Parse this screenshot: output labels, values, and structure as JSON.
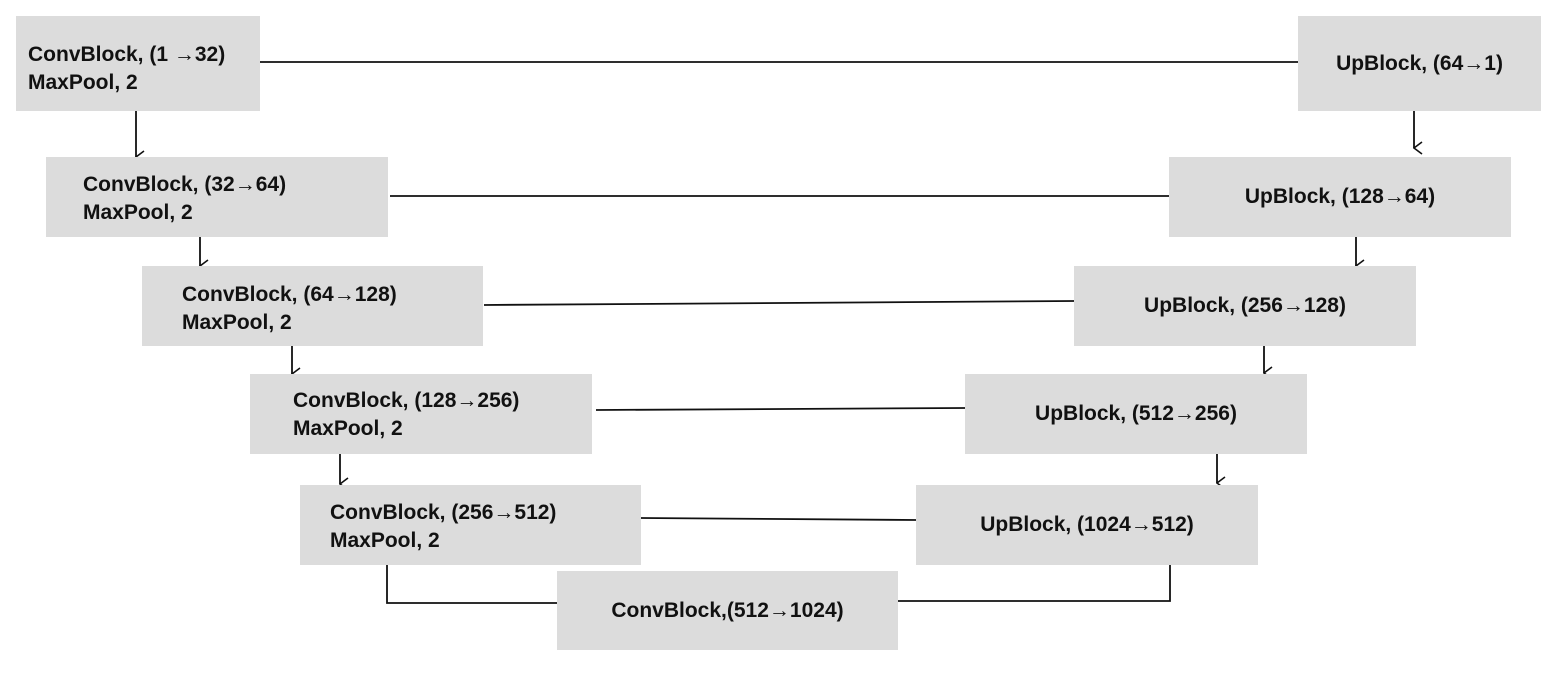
{
  "encoder": [
    {
      "block": "ConvBlock, (1 →32)",
      "pool": "MaxPool, 2"
    },
    {
      "block": "ConvBlock, (32→64)",
      "pool": "MaxPool, 2"
    },
    {
      "block": "ConvBlock, (64→128)",
      "pool": "MaxPool, 2"
    },
    {
      "block": "ConvBlock, (128→256)",
      "pool": "MaxPool, 2"
    },
    {
      "block": "ConvBlock, (256→512)",
      "pool": "MaxPool, 2"
    }
  ],
  "bottleneck": {
    "block": "ConvBlock,(512→1024)"
  },
  "decoder": [
    {
      "block": "UpBlock, (64→1)"
    },
    {
      "block": "UpBlock, (128→64)"
    },
    {
      "block": "UpBlock, (256→128)"
    },
    {
      "block": "UpBlock, (512→256)"
    },
    {
      "block": "UpBlock, (1024→512)"
    }
  ],
  "colors": {
    "block_fill": "#dcdcdc",
    "text": "#111111",
    "line": "#111111"
  }
}
